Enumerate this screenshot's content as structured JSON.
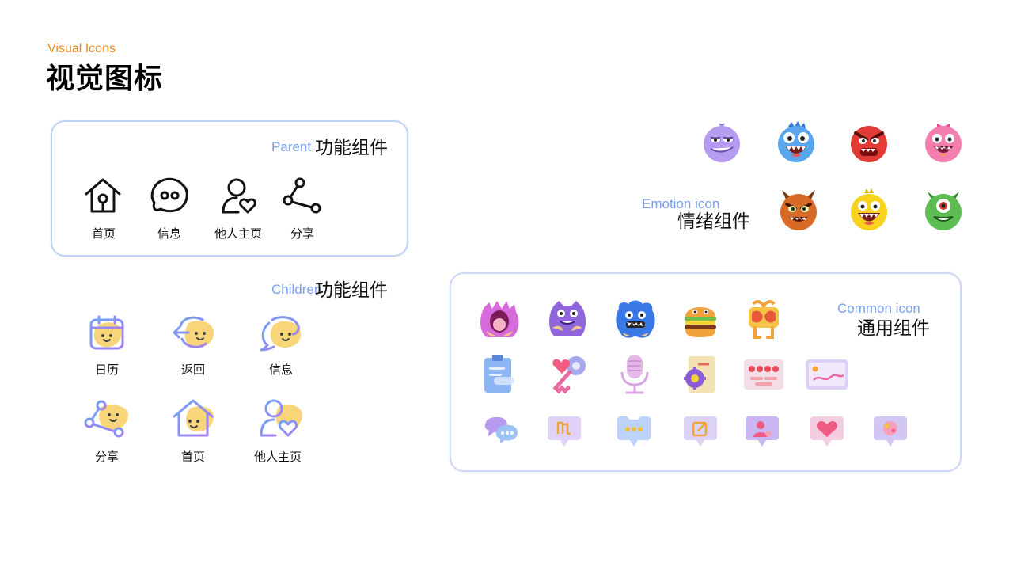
{
  "header": {
    "subtitle_en": "Visual Icons",
    "title_cn": "视觉图标"
  },
  "parent_section": {
    "label_en": "Parent",
    "label_cn": "功能组件",
    "items": [
      {
        "label": "首页",
        "icon": "home-icon"
      },
      {
        "label": "信息",
        "icon": "message-icon"
      },
      {
        "label": "他人主页",
        "icon": "user-heart-icon"
      },
      {
        "label": "分享",
        "icon": "share-icon"
      }
    ]
  },
  "children_section": {
    "label_en": "Children",
    "label_cn": "功能组件",
    "items": [
      {
        "label": "日历",
        "icon": "calendar-icon"
      },
      {
        "label": "返回",
        "icon": "back-icon"
      },
      {
        "label": "信息",
        "icon": "message-icon"
      },
      {
        "label": "分享",
        "icon": "share-icon"
      },
      {
        "label": "首页",
        "icon": "home-icon"
      },
      {
        "label": "他人主页",
        "icon": "user-heart-icon"
      }
    ]
  },
  "emotion_section": {
    "label_en": "Emotion icon",
    "label_cn": "情绪组件",
    "faces": [
      {
        "name": "purple-smirk-face-icon",
        "color": "#b59cf0"
      },
      {
        "name": "blue-monster-face-icon",
        "color": "#5aa6ee"
      },
      {
        "name": "red-angry-face-icon",
        "color": "#e23b36"
      },
      {
        "name": "pink-monster-face-icon",
        "color": "#f47fae"
      },
      {
        "name": "orange-devil-face-icon",
        "color": "#d86a28"
      },
      {
        "name": "yellow-monster-face-icon",
        "color": "#f7d21e"
      },
      {
        "name": "green-cyclops-face-icon",
        "color": "#5dbd52"
      }
    ]
  },
  "common_section": {
    "label_en": "Common icon",
    "label_cn": "通用组件",
    "row1": [
      "pink-monster-icon",
      "purple-monster-icon",
      "blue-monster-icon",
      "burger-icon",
      "gift-mask-icon"
    ],
    "row2": [
      "clipboard-icon",
      "key-heart-icon",
      "microphone-icon",
      "settings-card-icon",
      "keypad-icon",
      "image-card-icon"
    ],
    "row3": [
      "chat-bubbles-icon",
      "music-note-bubble-icon",
      "typing-bubble-icon",
      "edit-bubble-icon",
      "profile-bubble-icon",
      "heart-bubble-icon",
      "sticker-bubble-icon"
    ]
  },
  "colors": {
    "accent_orange": "#f08a1a",
    "label_blue": "#7a9ff0",
    "gradient_blue": "#6fa3f5",
    "gradient_purple": "#a77cf2",
    "blob_yellow": "#f9d57a"
  }
}
